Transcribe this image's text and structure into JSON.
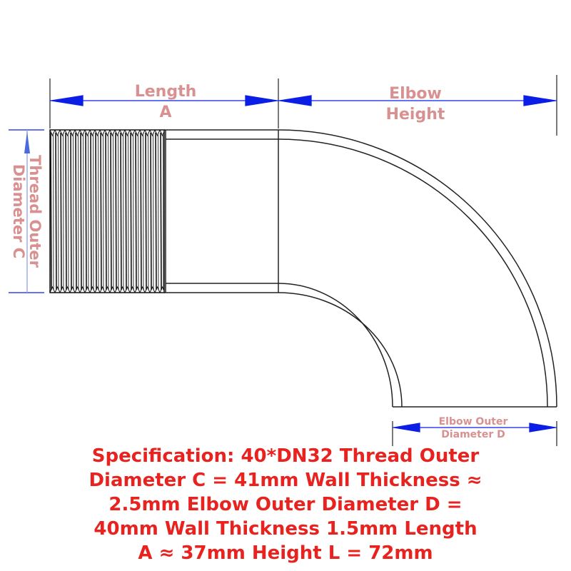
{
  "labels": {
    "length_line1": "Length",
    "length_line2": "A",
    "elbow_height_line1": "Elbow",
    "elbow_height_line2": "Height",
    "thread_line1": "Thread Outer",
    "thread_line2": "Diameter C",
    "elbow_outer_line1": "Elbow Outer",
    "elbow_outer_line2": "Diameter D"
  },
  "specification": [
    "Specification: 40*DN32 Thread Outer",
    "Diameter C = 41mm Wall Thickness ≈",
    "2.5mm Elbow Outer Diameter D =",
    "40mm Wall Thickness 1.5mm Length",
    "A ≈ 37mm Height L = 72mm"
  ],
  "colors": {
    "arrow": "#0a1ee6",
    "label": "#d99090",
    "spec": "#e8231f",
    "drawing": "#222222"
  }
}
